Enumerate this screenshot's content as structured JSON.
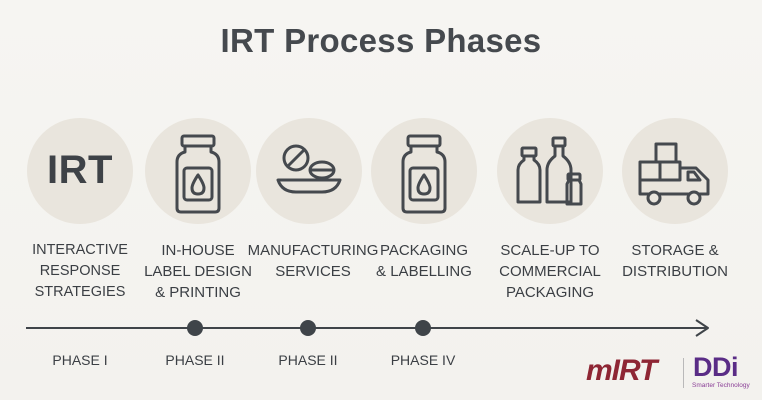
{
  "title": "IRT Process Phases",
  "steps": [
    {
      "icon": "irt-text-icon",
      "icon_text": "IRT",
      "label": "INTERACTIVE\nRESPONSE\nSTRATEGIES"
    },
    {
      "icon": "bottle-icon",
      "label": "IN-HOUSE\nLABEL DESIGN\n& PRINTING"
    },
    {
      "icon": "pills-dish-icon",
      "label": "MANUFACTURING\nSERVICES"
    },
    {
      "icon": "bottle-icon",
      "label": "PACKAGING\n& LABELLING"
    },
    {
      "icon": "bottles-group-icon",
      "label": "SCALE-UP TO\nCOMMERCIAL\nPACKAGING"
    },
    {
      "icon": "delivery-truck-icon",
      "label": "STORAGE &\nDISTRIBUTION"
    }
  ],
  "phases": [
    "PHASE I",
    "PHASE II",
    "PHASE II",
    "PHASE IV"
  ],
  "logos": {
    "mirt": "mIRT",
    "ddi": "DDi",
    "ddi_tagline": "Smarter Technology"
  },
  "colors": {
    "circle_bg": "#e9e5dd",
    "icon_stroke": "#45494e",
    "timeline": "#3f4449",
    "mirt_brand": "#8e2634",
    "ddi_brand": "#5a2d86"
  }
}
